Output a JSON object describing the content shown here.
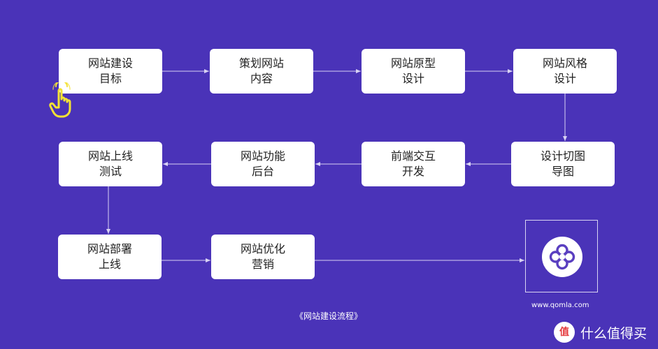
{
  "nodes": [
    {
      "id": "n1",
      "label": "网站建设\n目标"
    },
    {
      "id": "n2",
      "label": "策划网站\n内容"
    },
    {
      "id": "n3",
      "label": "网站原型\n设计"
    },
    {
      "id": "n4",
      "label": "网站风格\n设计"
    },
    {
      "id": "n5",
      "label": "设计切图\n导图"
    },
    {
      "id": "n6",
      "label": "前端交互\n开发"
    },
    {
      "id": "n7",
      "label": "网站功能\n后台"
    },
    {
      "id": "n8",
      "label": "网站上线\n测试"
    },
    {
      "id": "n9",
      "label": "网站部署\n上线"
    },
    {
      "id": "n10",
      "label": "网站优化\n营销"
    }
  ],
  "edges": [
    [
      "n1",
      "n2"
    ],
    [
      "n2",
      "n3"
    ],
    [
      "n3",
      "n4"
    ],
    [
      "n4",
      "n5"
    ],
    [
      "n5",
      "n6"
    ],
    [
      "n6",
      "n7"
    ],
    [
      "n7",
      "n8"
    ],
    [
      "n8",
      "n9"
    ],
    [
      "n9",
      "n10"
    ],
    [
      "n10",
      "logo"
    ]
  ],
  "website": "www.qomla.com",
  "caption": "《网站建设流程》",
  "watermark": {
    "badge": "值",
    "text": "什么值得买"
  },
  "colors": {
    "background": "#4a33b8",
    "node": "#ffffff",
    "hand": "#f3e234",
    "logo": "#5a3fc0"
  },
  "icons": {
    "pointer": "hand-pointer-icon",
    "logo": "clover-logo-icon"
  }
}
